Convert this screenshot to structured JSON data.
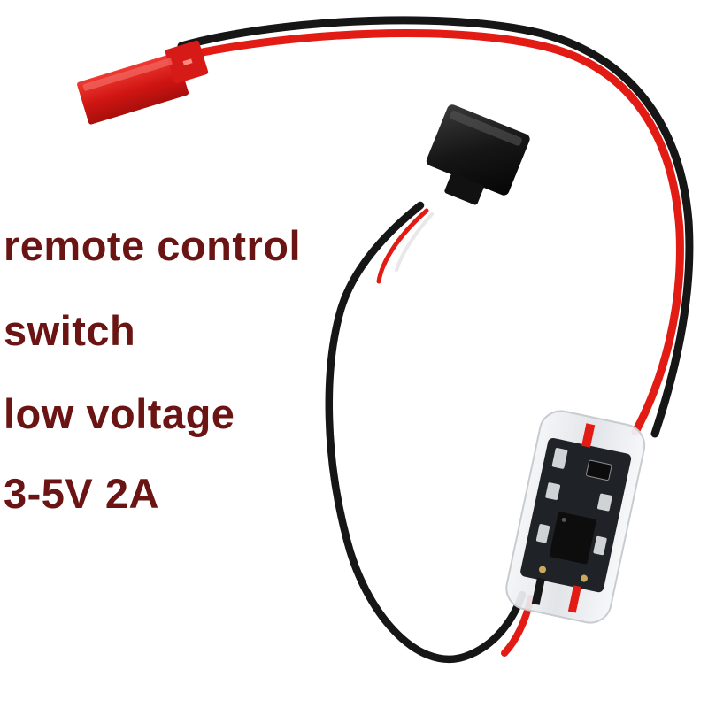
{
  "colors": {
    "caption": "#6b1414",
    "wire_red": "#e21b14",
    "wire_black": "#161616",
    "connector_red": "#d81a18",
    "connector_black": "#1a1a1a",
    "pcb": "#1f2226",
    "heatshrink": "#e9ebee"
  },
  "caption": {
    "line1": "remote control",
    "line2": "switch",
    "line3": "low voltage",
    "line4": "3-5V 2A"
  },
  "photo": {
    "subject_icon": "rc-switch-module-photo"
  }
}
